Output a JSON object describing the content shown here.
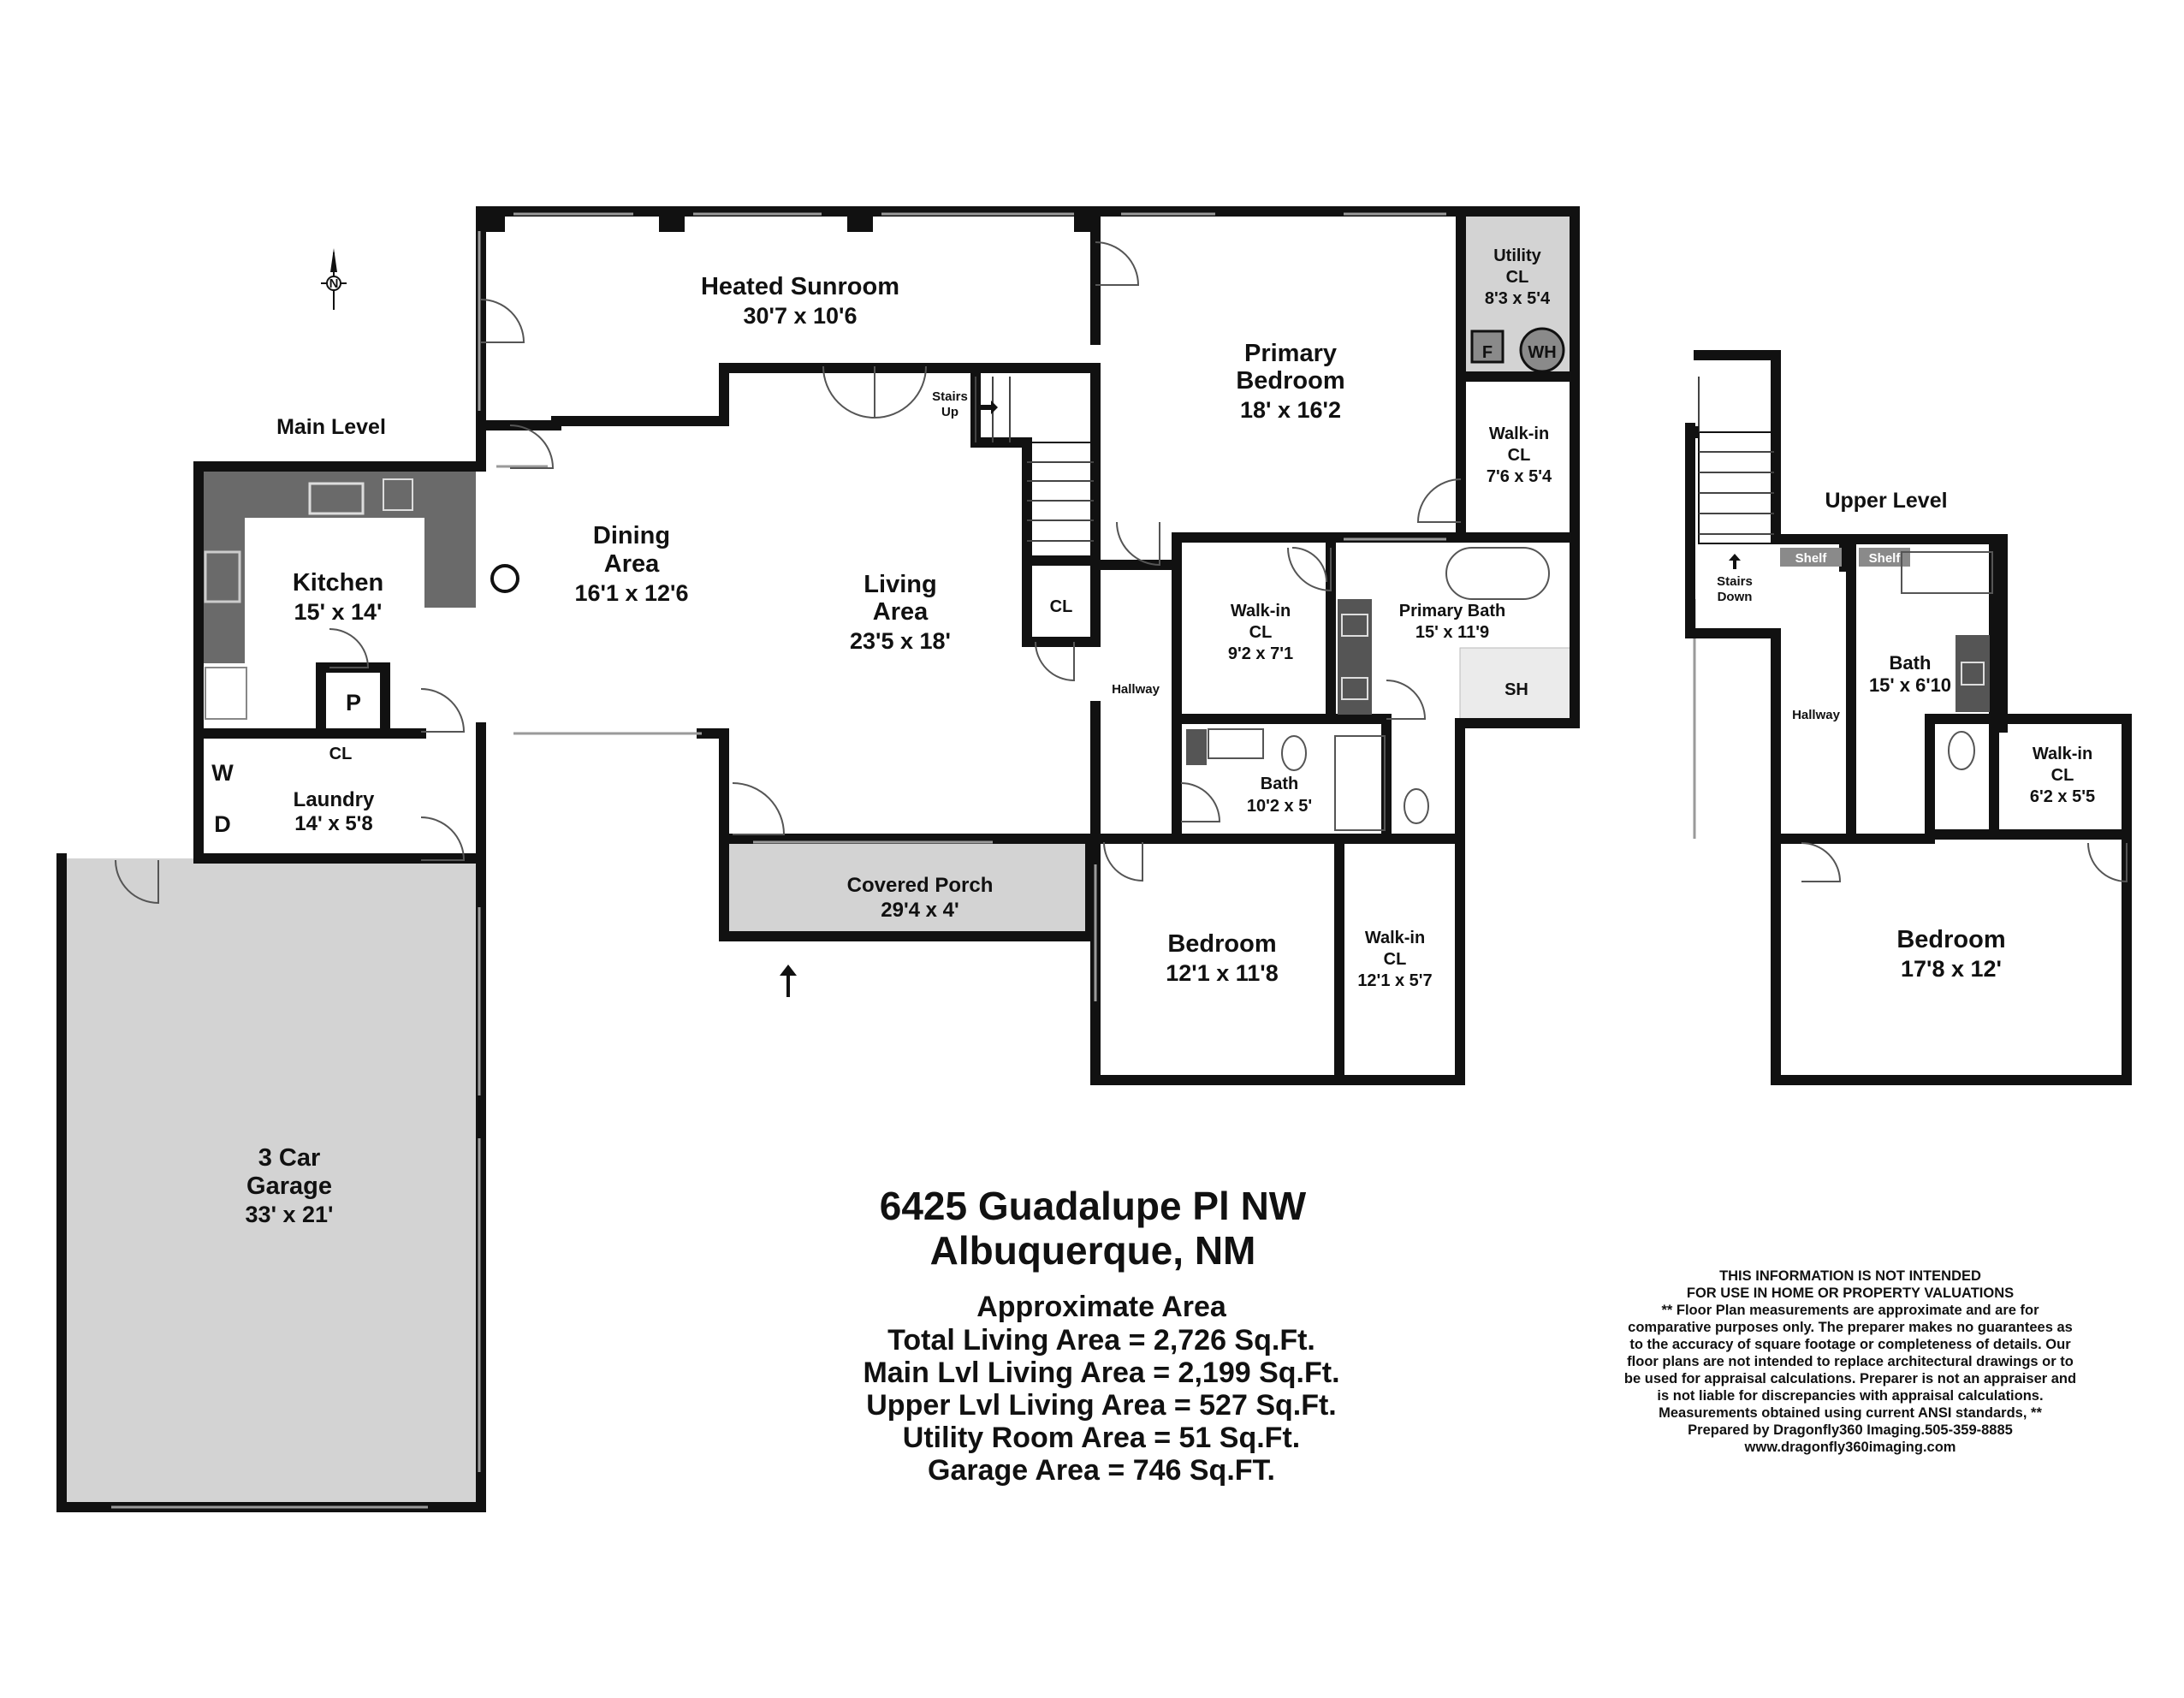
{
  "levels": {
    "main": "Main Level",
    "upper": "Upper Level"
  },
  "rooms": {
    "sunroom": {
      "name": "Heated Sunroom",
      "dim": "30'7 x 10'6"
    },
    "primary_bedroom": {
      "name_line1": "Primary",
      "name_line2": "Bedroom",
      "dim": "18' x 16'2"
    },
    "utility_cl": {
      "name_line1": "Utility",
      "name_line2": "CL",
      "dim": "8'3  x 5'4",
      "f_label": "F",
      "wh_label": "WH"
    },
    "walkin_primary": {
      "name_line1": "Walk-in",
      "name_line2": "CL",
      "dim": "7'6 x 5'4"
    },
    "dining": {
      "name_line1": "Dining",
      "name_line2": "Area",
      "dim": "16'1 x 12'6"
    },
    "living": {
      "name_line1": "Living",
      "name_line2": "Area",
      "dim": "23'5 x 18'"
    },
    "stairs_up": {
      "line1": "Stairs",
      "line2": "Up"
    },
    "kitchen": {
      "name": "Kitchen",
      "dim": "15' x 14'"
    },
    "pantry": {
      "name": "P"
    },
    "cl_living": {
      "name": "CL"
    },
    "walkin_bath": {
      "name_line1": "Walk-in",
      "name_line2": "CL",
      "dim": "9'2 x 7'1"
    },
    "primary_bath": {
      "name": "Primary Bath",
      "dim": "15' x 11'9",
      "shower": "SH"
    },
    "hallway_main": {
      "name": "Hallway"
    },
    "laundry": {
      "name": "Laundry",
      "dim": "14' x 5'8",
      "cl": "CL",
      "w": "W",
      "d": "D"
    },
    "bath_main": {
      "name": "Bath",
      "dim": "10'2 x 5'"
    },
    "covered_porch": {
      "name": "Covered Porch",
      "dim": "29'4 x 4'"
    },
    "bedroom_main": {
      "name": "Bedroom",
      "dim": "12'1 x 11'8"
    },
    "walkin_bedroom": {
      "name_line1": "Walk-in",
      "name_line2": "CL",
      "dim": "12'1 x 5'7"
    },
    "garage": {
      "name_line1": "3 Car",
      "name_line2": "Garage",
      "dim": "33' x 21'"
    },
    "stairs_down": {
      "line1": "Stairs",
      "line2": "Down"
    },
    "shelf_1": {
      "name": "Shelf"
    },
    "shelf_2": {
      "name": "Shelf"
    },
    "hallway_upper": {
      "name": "Hallway"
    },
    "bath_upper": {
      "name": "Bath",
      "dim": "15' x 6'10"
    },
    "walkin_upper": {
      "name_line1": "Walk-in",
      "name_line2": "CL",
      "dim": "6'2 x 5'5"
    },
    "bedroom_upper": {
      "name": "Bedroom",
      "dim": "17'8 x 12'"
    }
  },
  "compass": {
    "label": "N"
  },
  "address": {
    "line1": "6425 Guadalupe Pl NW",
    "line2": "Albuquerque, NM"
  },
  "areas": {
    "heading": "Approximate Area",
    "lines": [
      "Total Living Area = 2,726 Sq.Ft.",
      "Main Lvl Living Area = 2,199 Sq.Ft.",
      "Upper Lvl Living Area = 527 Sq.Ft.",
      "Utility Room Area = 51 Sq.Ft.",
      "Garage Area = 746 Sq.FT."
    ]
  },
  "disclaimer": [
    "THIS INFORMATION IS NOT INTENDED",
    "FOR USE IN HOME OR PROPERTY VALUATIONS",
    "** Floor Plan measurements are approximate and are for",
    "comparative purposes only. The preparer makes no guarantees as",
    "to the accuracy of square footage or completeness of details. Our",
    "floor plans are not intended to replace architectural drawings or to",
    "be used for appraisal calculations. Preparer is not an appraiser and",
    "is not liable for discrepancies with appraisal calculations.",
    "Measurements obtained using current ANSI standards, **",
    "Prepared by Dragonfly360 Imaging.505-359-8885",
    "www.dragonfly360imaging.com"
  ],
  "colors": {
    "wall": "#111111",
    "fill_gray": "#d3d3d3",
    "fixture_dark": "#555555"
  }
}
